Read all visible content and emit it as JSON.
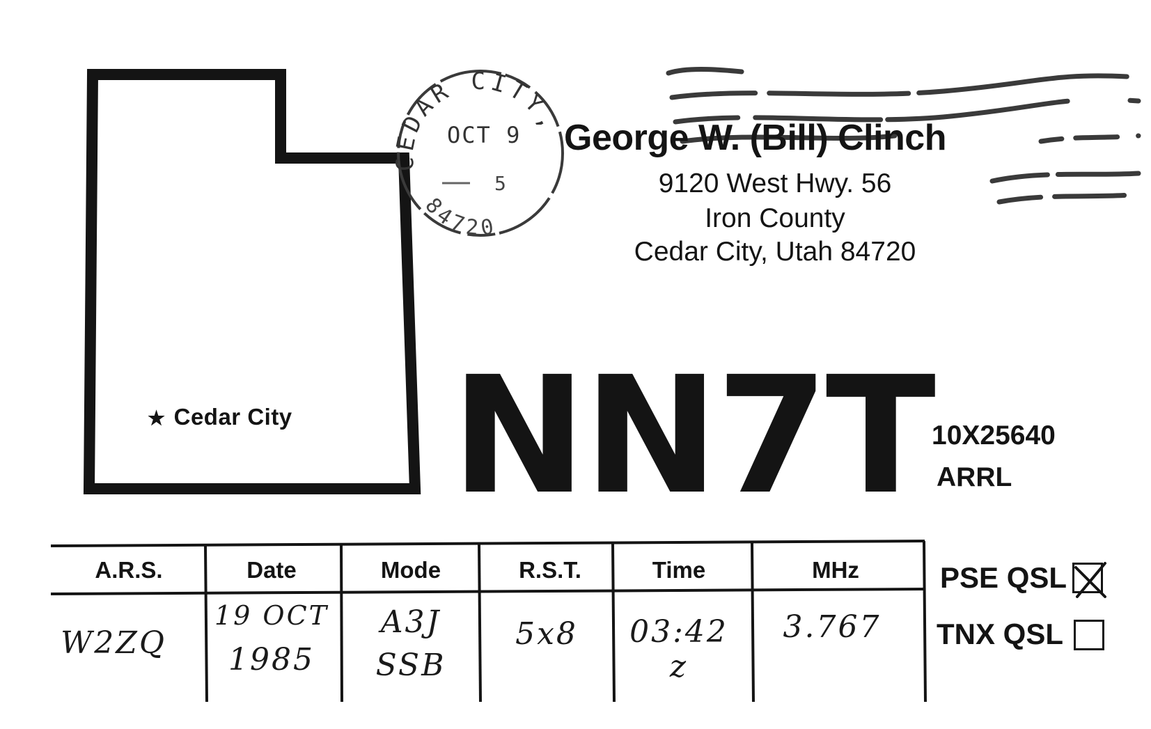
{
  "map": {
    "location_label": "Cedar City",
    "star_icon": "★"
  },
  "postmark": {
    "city": "CEDAR CITY, U",
    "date": "OCT 9",
    "day": "5",
    "zip": "84720"
  },
  "sender": {
    "name": "George W. (Bill) Clinch",
    "address_line1": "9120 West Hwy. 56",
    "address_line2": "Iron County",
    "address_line3": "Cedar City, Utah 84720"
  },
  "callsign": "NN7T",
  "member_number": "10X25640",
  "club": "ARRL",
  "qso_table": {
    "headers": [
      "A.R.S.",
      "Date",
      "Mode",
      "R.S.T.",
      "Time",
      "MHz"
    ],
    "entry": {
      "ars": "W2ZQ",
      "date_line1": "19 OCT",
      "date_line2": "1985",
      "mode_line1": "A3J",
      "mode_line2": "SSB",
      "rst": "5x8",
      "time_line1": "03:42",
      "time_line2": "z",
      "mhz": "3.767"
    }
  },
  "qsl": {
    "pse_label": "PSE QSL",
    "pse_checked": true,
    "tnx_label": "TNX QSL",
    "tnx_checked": false
  }
}
